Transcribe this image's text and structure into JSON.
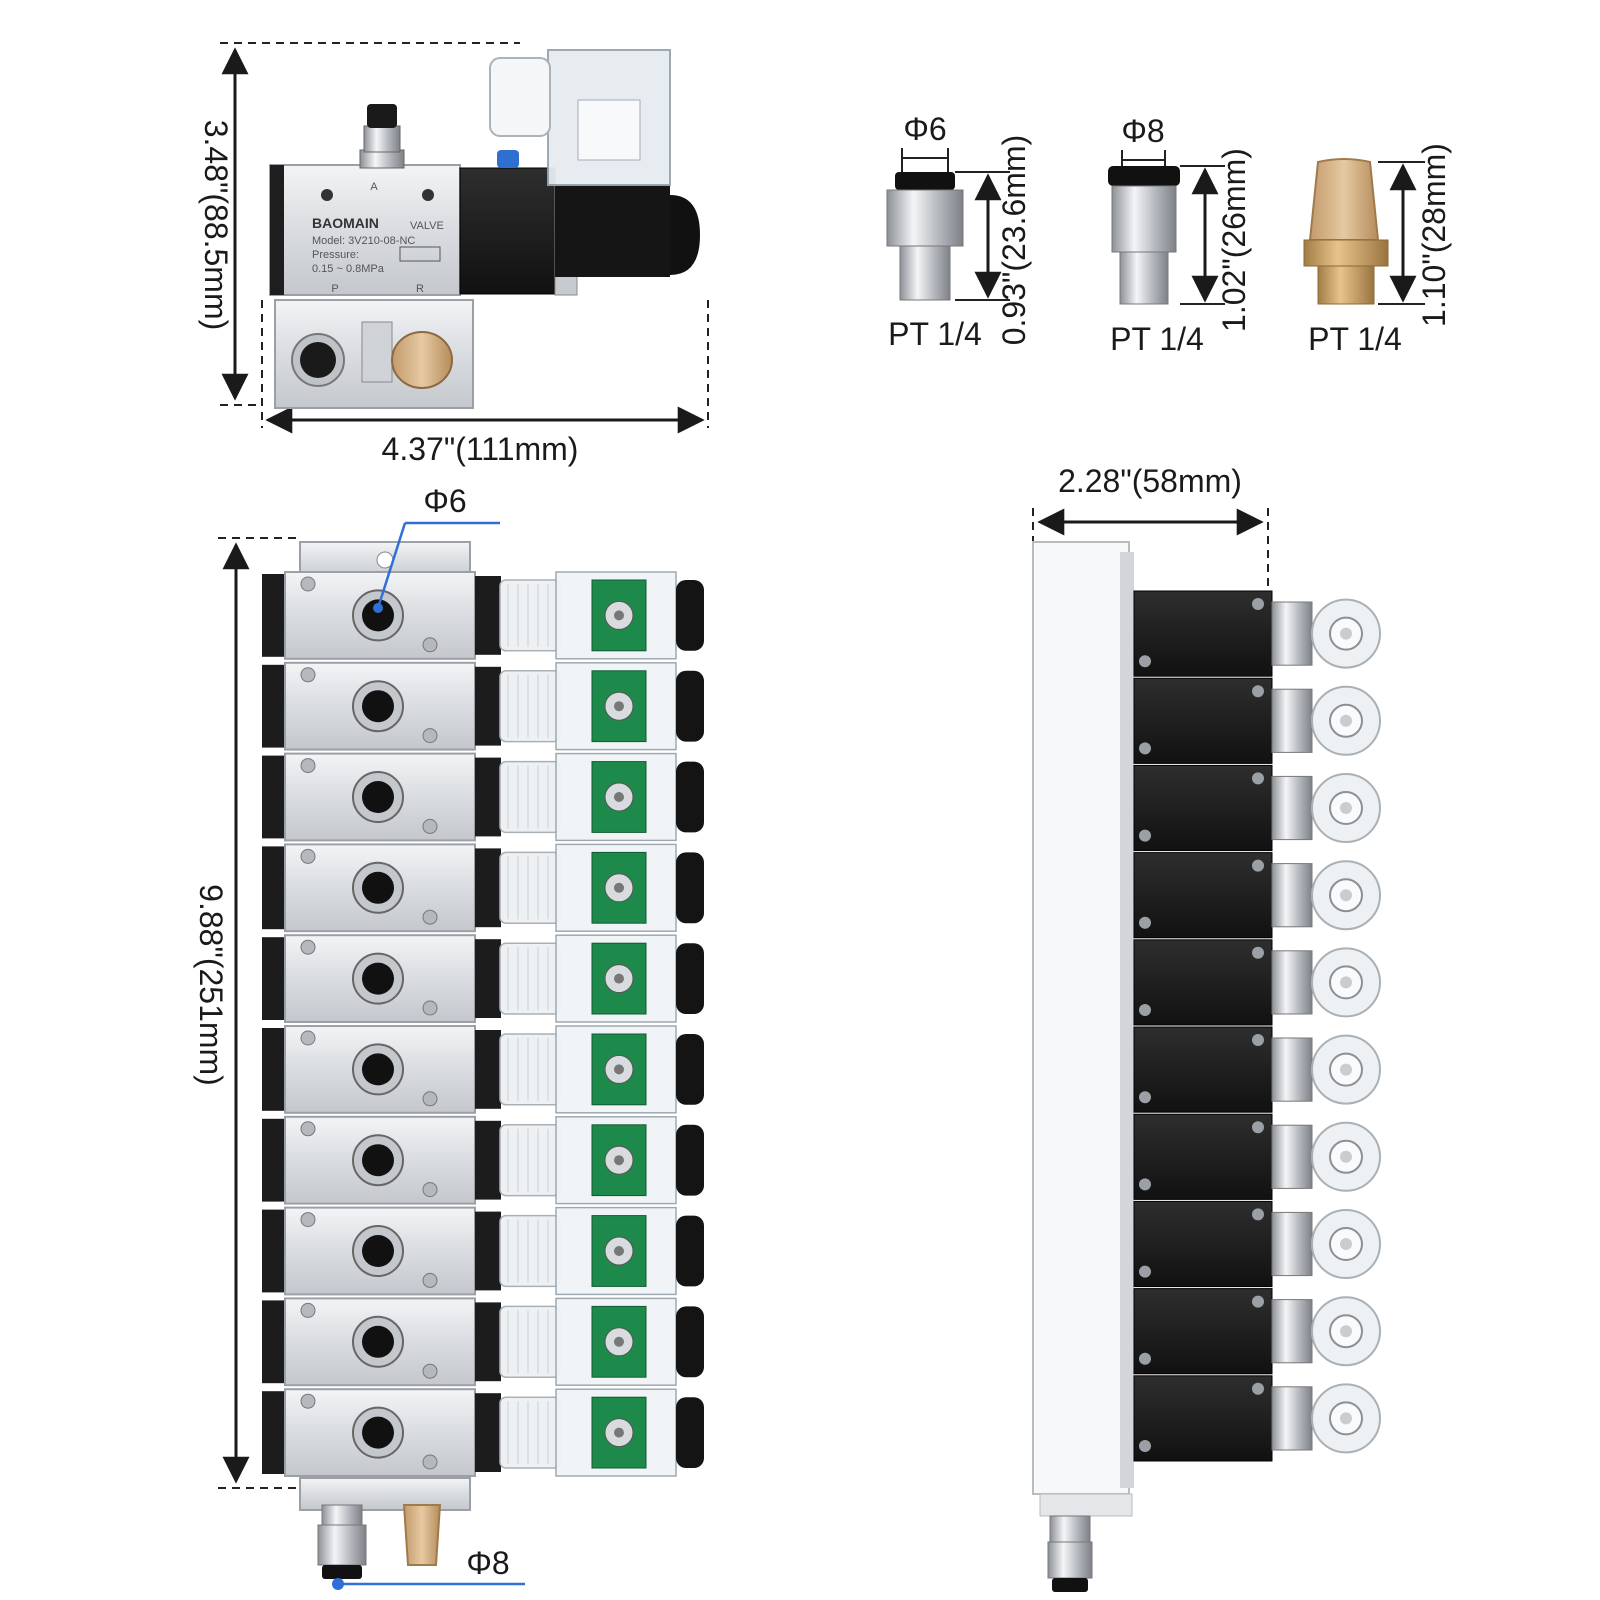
{
  "single_valve": {
    "height_label": "3.48\"(88.5mm)",
    "width_label": "4.37\"(111mm)",
    "brand": "BAOMAIN",
    "valve_word": "VALVE",
    "model": "Model: 3V210-08-NC",
    "pressure_label": "Pressure:",
    "pressure_range": "0.15 ~ 0.8MPa",
    "port_a": "A",
    "port_p": "P",
    "port_r": "R"
  },
  "fittings": [
    {
      "diameter": "Φ6",
      "length": "0.93\"(23.6mm)",
      "thread": "PT 1/4"
    },
    {
      "diameter": "Φ8",
      "length": "1.02\"(26mm)",
      "thread": "PT 1/4"
    },
    {
      "diameter": "",
      "length": "1.10\"(28mm)",
      "thread": "PT 1/4"
    }
  ],
  "manifold": {
    "height_label": "9.88\"(251mm)",
    "outlet_label": "Φ6",
    "inlet_label": "Φ8",
    "valve_count": 10
  },
  "side_view": {
    "depth_label": "2.28\"(58mm)",
    "valve_count": 10
  },
  "colors": {
    "aluminum": "#dcdfe3",
    "black_body": "#1c1c1c",
    "pcb_green": "#1d8a4c",
    "brass": "#c9a064",
    "callout_blue": "#2f6fd6"
  }
}
